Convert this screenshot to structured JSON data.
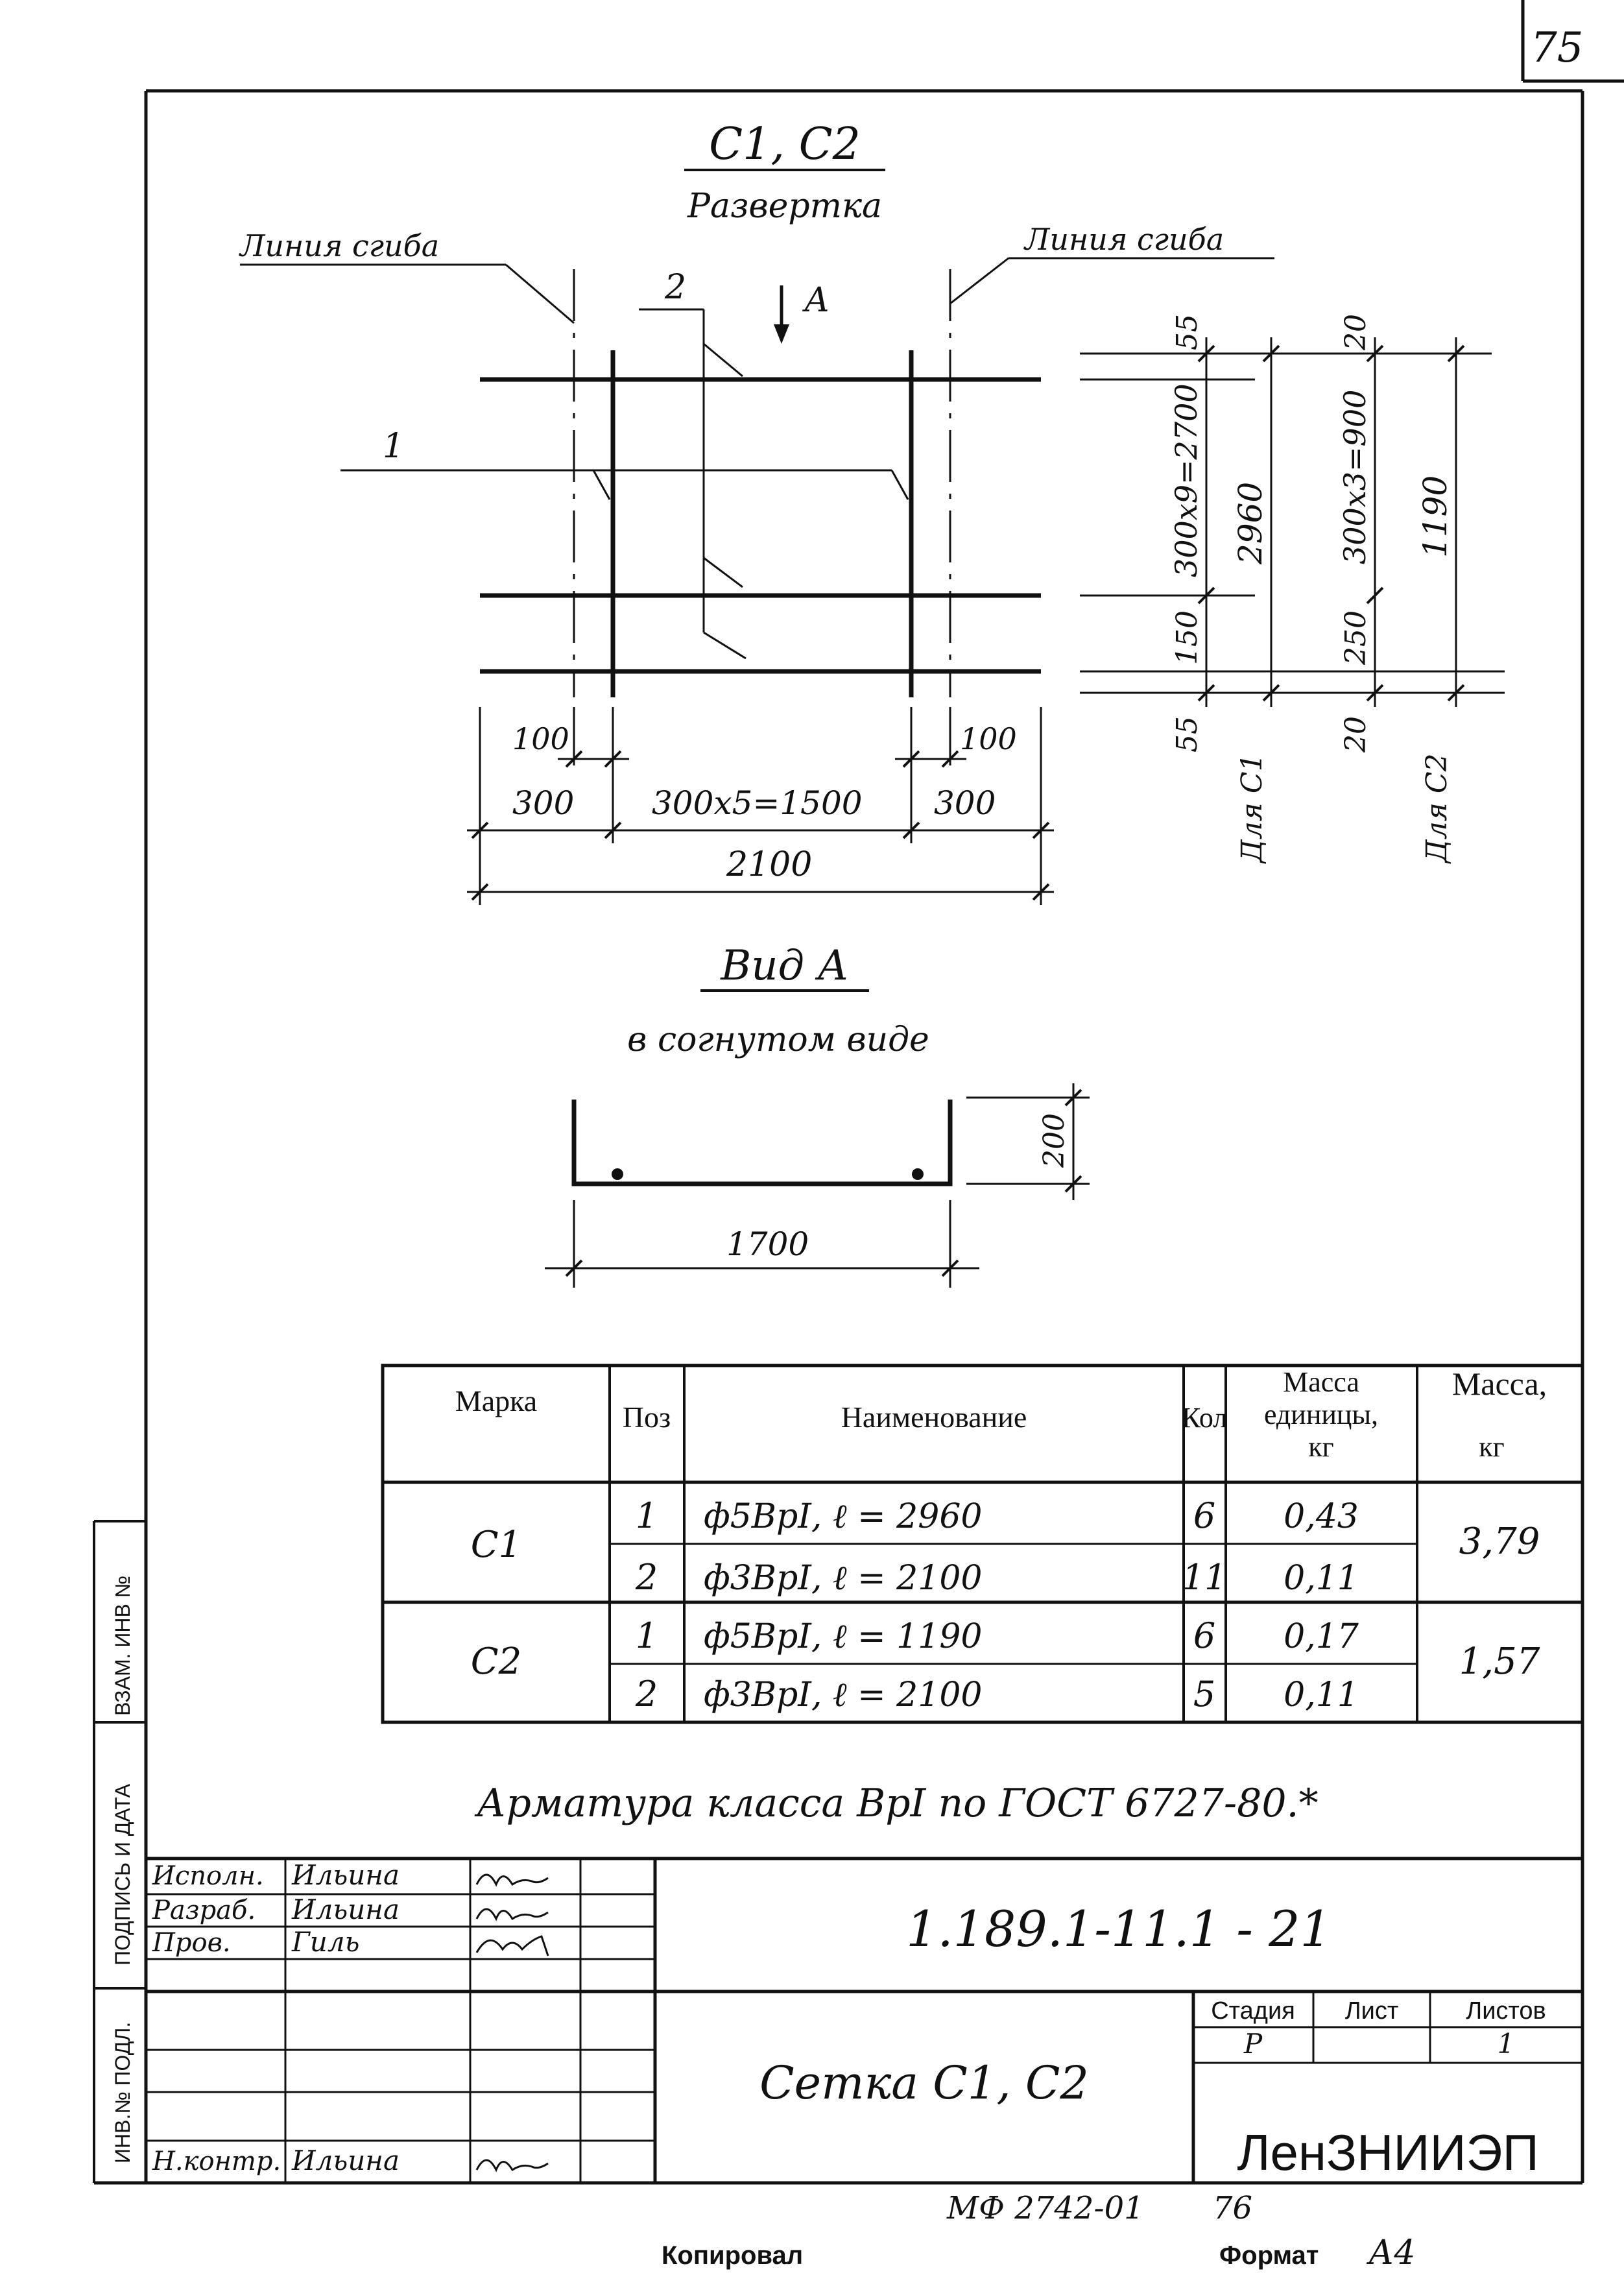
{
  "page_number": "75",
  "header": {
    "title": "С1, С2",
    "subtitle": "Развертка"
  },
  "drawing": {
    "bend_line_left": "Линия сгиба",
    "bend_line_right": "Линия сгиба",
    "pos_1": "1",
    "pos_2": "2",
    "view_arrow_label": "А",
    "dims_bottom": {
      "left_100": "100",
      "right_100": "100",
      "left_300": "300",
      "middle": "300х5=1500",
      "right_300": "300",
      "total": "2100"
    },
    "dims_c1": {
      "top": "55",
      "spacing": "300х9=2700",
      "bottom_spacing": "150",
      "bottom": "55",
      "total": "2960",
      "label": "Для С1"
    },
    "dims_c2": {
      "top": "20",
      "spacing": "300х3=900",
      "bottom_spacing": "250",
      "bottom": "20",
      "total": "1190",
      "label": "Для С2"
    }
  },
  "view_a": {
    "title": "Вид А",
    "subtitle": "в согнутом виде",
    "height_dim": "200",
    "width_dim": "1700"
  },
  "spec_table": {
    "headers": {
      "mark": "Марка",
      "pos": "Поз",
      "name": "Наименование",
      "qty": "Кол",
      "unit_mass_1": "Масса",
      "unit_mass_2": "единицы,",
      "unit_mass_3": "кг",
      "mass_1": "Масса,",
      "mass_2": "кг"
    },
    "groups": [
      {
        "mark": "С1",
        "mass": "3,79",
        "rows": [
          {
            "pos": "1",
            "name": "ф5ВрI, ℓ = 2960",
            "qty": "6",
            "unit_mass": "0,43"
          },
          {
            "pos": "2",
            "name": "ф3ВрI, ℓ = 2100",
            "qty": "11",
            "unit_mass": "0,11"
          }
        ]
      },
      {
        "mark": "С2",
        "mass": "1,57",
        "rows": [
          {
            "pos": "1",
            "name": "ф5ВрI, ℓ = 1190",
            "qty": "6",
            "unit_mass": "0,17"
          },
          {
            "pos": "2",
            "name": "ф3ВрI, ℓ = 2100",
            "qty": "5",
            "unit_mass": "0,11"
          }
        ]
      }
    ]
  },
  "note": "Арматура класса ВрI по ГОСТ 6727-80.*",
  "side_stamp": {
    "inv_zam": "ВЗАМ. ИНВ №",
    "sign_date": "ПОДПИСЬ И ДАТА",
    "inv_podl": "ИНВ.№ ПОДЛ."
  },
  "title_block": {
    "rows": [
      {
        "role": "Исполн.",
        "name": "Ильина"
      },
      {
        "role": "Разраб.",
        "name": "Ильина"
      },
      {
        "role": "Пров.",
        "name": "Гиль"
      },
      {
        "role": "",
        "name": ""
      },
      {
        "role": "",
        "name": ""
      },
      {
        "role": "",
        "name": ""
      },
      {
        "role": "Н.контр.",
        "name": "Ильина"
      }
    ],
    "doc_number": "1.189.1-11.1 - 21",
    "doc_name": "Сетка С1, С2",
    "stage_label": "Стадия",
    "sheet_label": "Лист",
    "sheets_label": "Листов",
    "stage_value": "Р",
    "sheet_value": "",
    "sheets_value": "1",
    "org": "ЛенЗНИИЭП"
  },
  "footer": {
    "archive": "МФ 2742-01",
    "archive_page": "76",
    "copied": "Копировал",
    "format_label": "Формат",
    "format_value": "А4"
  }
}
